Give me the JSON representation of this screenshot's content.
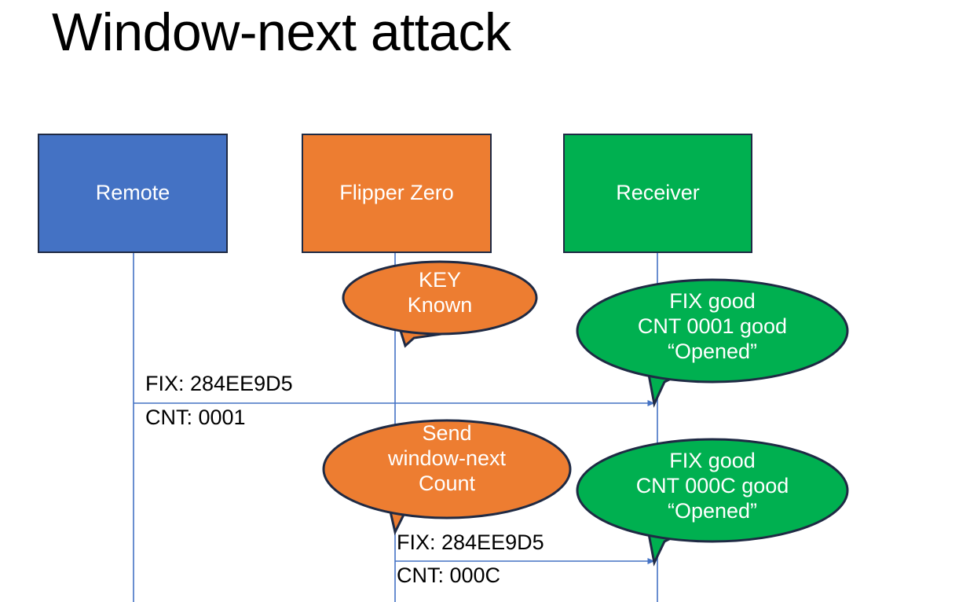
{
  "slide": {
    "title": "Window-next attack",
    "background": "#FFFFFF"
  },
  "colors": {
    "remote_fill": "#4472C4",
    "flipper_fill": "#ED7D31",
    "receiver_fill": "#00B050",
    "shape_outline": "#1F2A44",
    "lifeline": "#4472C4",
    "arrow": "#4472C4",
    "text_on_fill": "#FFFFFF",
    "text_on_white": "#000000"
  },
  "actors": [
    {
      "id": "remote",
      "label": "Remote",
      "fill": "#4472C4"
    },
    {
      "id": "flipper",
      "label": "Flipper Zero",
      "fill": "#ED7D31"
    },
    {
      "id": "receiver",
      "label": "Receiver",
      "fill": "#00B050"
    }
  ],
  "callouts": [
    {
      "id": "key-known",
      "owner": "flipper",
      "fill": "#ED7D31",
      "lines": [
        "KEY",
        "Known"
      ],
      "text": "KEY\nKnown"
    },
    {
      "id": "receiver-ack-1",
      "owner": "receiver",
      "fill": "#00B050",
      "lines": [
        "FIX good",
        "CNT 0001 good",
        "“Opened”"
      ],
      "text": "FIX good\nCNT 0001 good\n“Opened”"
    },
    {
      "id": "send-window-next",
      "owner": "flipper",
      "fill": "#ED7D31",
      "lines": [
        "Send",
        "window-next",
        "Count"
      ],
      "text": "Send\nwindow-next\nCount"
    },
    {
      "id": "receiver-ack-2",
      "owner": "receiver",
      "fill": "#00B050",
      "lines": [
        "FIX good",
        "CNT 000C good",
        "“Opened”"
      ],
      "text": "FIX good\nCNT 000C good\n“Opened”"
    }
  ],
  "messages": [
    {
      "id": "msg-remote-to-receiver",
      "from": "remote",
      "to": "receiver",
      "fix_label": "FIX: 284EE9D5",
      "cnt_label": "CNT: 0001"
    },
    {
      "id": "msg-flipper-to-receiver",
      "from": "flipper",
      "to": "receiver",
      "fix_label": "FIX: 284EE9D5",
      "cnt_label": "CNT: 000C"
    }
  ]
}
